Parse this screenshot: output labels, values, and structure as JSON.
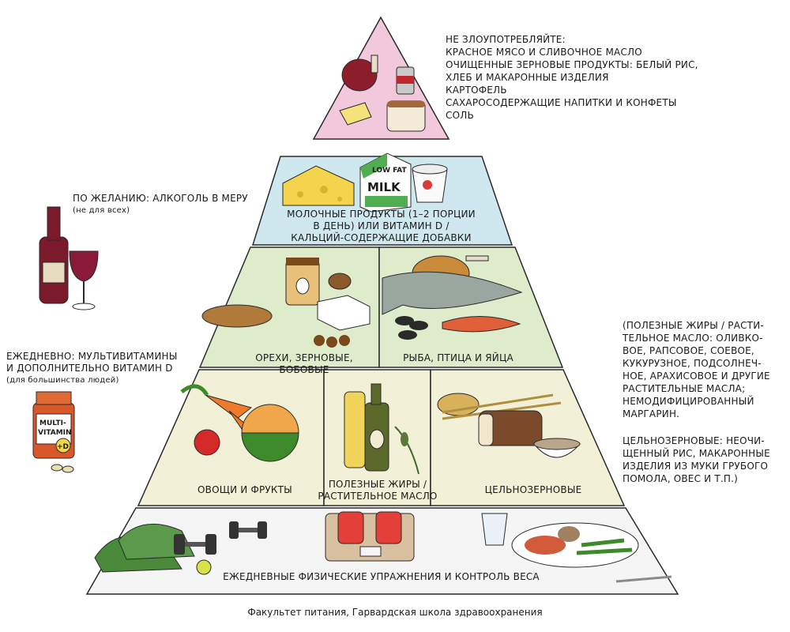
{
  "colors": {
    "top_tier": "#f2c9dc",
    "dairy_tier": "#cfe8ef",
    "protein_tier": "#dfeccb",
    "plant_tier": "#f3f0d8",
    "base_tier": "#f5f5f5",
    "outline": "#2a2a2a"
  },
  "pyramid": {
    "top_tier": {
      "lines": [
        "НЕ ЗЛОУПОТРЕБЛЯЙТЕ:",
        "КРАСНОЕ МЯСО И СЛИВОЧНОЕ МАСЛО",
        "ОЧИЩЕННЫЕ ЗЕРНОВЫЕ ПРОДУКТЫ: БЕЛЫЙ РИС,",
        "ХЛЕБ И МАКАРОННЫЕ ИЗДЕЛИЯ",
        "КАРТОФЕЛЬ",
        "САХАРОСОДЕРЖАЩИЕ НАПИТКИ И КОНФЕТЫ",
        "СОЛЬ"
      ],
      "icons": [
        "meat-icon",
        "soda-can-icon",
        "butter-icon",
        "bread-icon"
      ]
    },
    "dairy_tier": {
      "lines": [
        "МОЛОЧНЫЕ ПРОДУКТЫ (1–2 ПОРЦИИ",
        "В ДЕНЬ) ИЛИ ВИТАМИН D /",
        "КАЛЬЦИЙ-СОДЕРЖАЩИЕ ДОБАВКИ"
      ],
      "milk_carton_top": "LOW FAT",
      "milk_carton_text": "MILK",
      "icons": [
        "cheese-icon",
        "milk-carton-icon",
        "yogurt-icon"
      ]
    },
    "nuts_cell": {
      "label": "ОРЕХИ, ЗЕРНОВЫЕ, БОБОВЫЕ",
      "icons": [
        "nuts-icon",
        "beans-jar-icon",
        "tofu-icon"
      ]
    },
    "fish_cell": {
      "label": "РЫБА, ПТИЦА И ЯЙЦА",
      "icons": [
        "chicken-icon",
        "fish-icon",
        "eggs-icon"
      ]
    },
    "vegetables_cell": {
      "label": "ОВОЩИ И ФРУКТЫ",
      "icons": [
        "carrot-icon",
        "apple-icon",
        "melon-icon"
      ]
    },
    "oils_cell": {
      "lines": [
        "ПОЛЕЗНЫЕ ЖИРЫ /",
        "РАСТИТЕЛЬНОЕ МАСЛО"
      ],
      "icons": [
        "oil-bottle-icon",
        "olive-branch-icon"
      ]
    },
    "grains_cell": {
      "label": "ЦЕЛЬНОЗЕРНОВЫЕ",
      "icons": [
        "wheat-icon",
        "bread-loaf-icon",
        "rice-bowl-icon"
      ]
    },
    "base_tier": {
      "label": "ЕЖЕДНЕВНЫЕ ФИЗИЧЕСКИЕ УПРАЖНЕНИЯ И КОНТРОЛЬ ВЕСА",
      "icons": [
        "sneakers-icon",
        "dumbbell-icon",
        "scale-icon",
        "dinner-plate-icon",
        "water-glass-icon"
      ]
    }
  },
  "side_notes": {
    "alcohol": {
      "title": "ПО ЖЕЛАНИЮ: АЛКОГОЛЬ В МЕРУ",
      "note": "(не для всех)",
      "icons": [
        "wine-bottle-icon",
        "wine-glass-icon"
      ]
    },
    "vitamins": {
      "title_lines": [
        "ЕЖЕДНЕВНО: МУЛЬТИВИТАМИНЫ",
        "И ДОПОЛНИТЕЛЬНО ВИТАМИН D"
      ],
      "note": "(для большинства людей)",
      "bottle_label_1": "MULTI-",
      "bottle_label_2": "VITAMIN",
      "bottle_badge": "+D",
      "icons": [
        "vitamin-bottle-icon"
      ]
    },
    "oils_info": {
      "lines": [
        "(ПОЛЕЗНЫЕ ЖИРЫ / РАСТИ-",
        "ТЕЛЬНОЕ МАСЛО: ОЛИВКО-",
        "ВОЕ, РАПСОВОЕ, СОЕВОЕ,",
        "КУКУРУЗНОЕ, ПОДСОЛНЕЧ-",
        "НОЕ, АРАХИСОВОЕ И ДРУГИЕ",
        "РАСТИТЕЛЬНЫЕ МАСЛА;",
        "НЕМОДИФИЦИРОВАННЫЙ",
        "МАРГАРИН."
      ]
    },
    "grains_info": {
      "lines": [
        "ЦЕЛЬНОЗЕРНОВЫЕ: НЕОЧИ-",
        "ЩЕННЫЙ РИС, МАКАРОННЫЕ",
        "ИЗДЕЛИЯ ИЗ МУКИ ГРУБОГО",
        "ПОМОЛА, ОВЕС И Т.П.)"
      ]
    }
  },
  "footer": "Факультет питания, Гарвардская школа здравоохранения"
}
